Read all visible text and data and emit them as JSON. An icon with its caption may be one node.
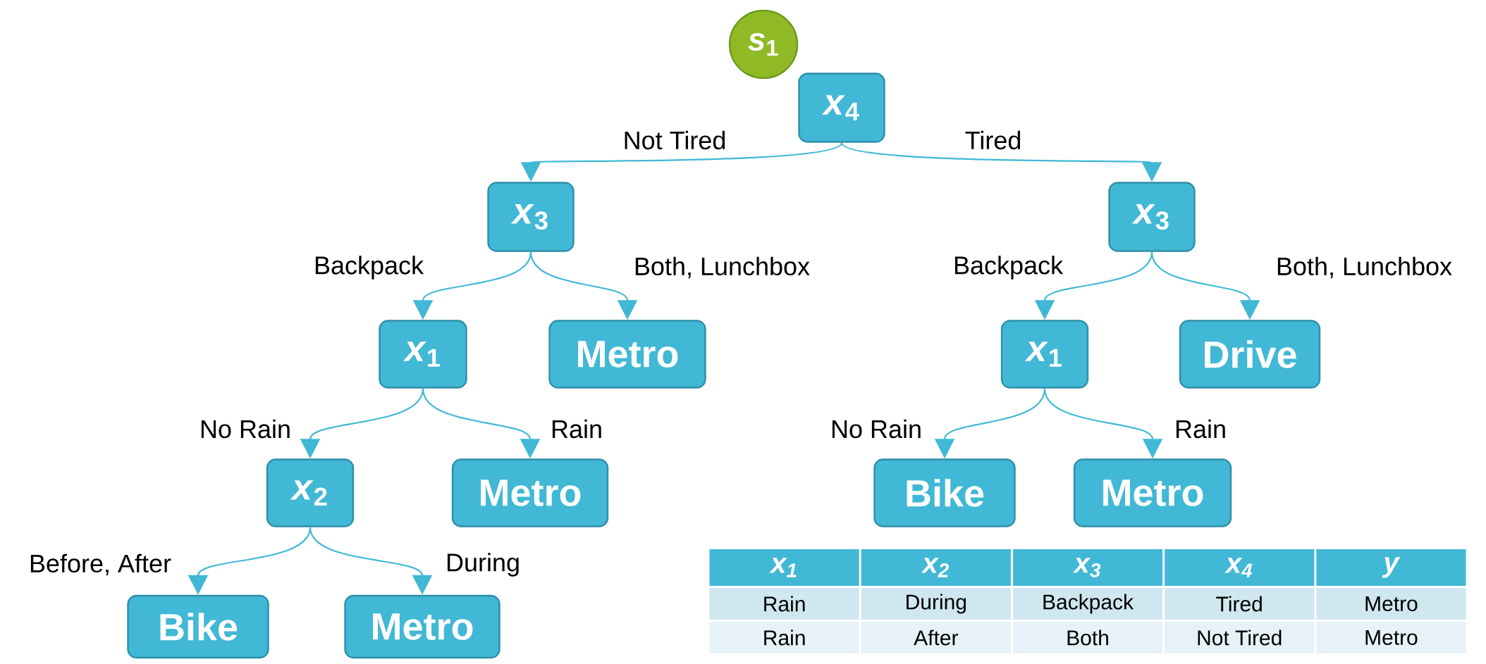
{
  "diagram": {
    "nodes": [
      {
        "text": [
          "*s*$_{1}$"
        ]
      },
      {
        "text": [
          "*x*$_{4}$"
        ]
      },
      {
        "text": [
          "*x*$_{3}$"
        ]
      },
      {
        "text": [
          "*x*$_{3}$"
        ]
      },
      {
        "text": [
          "*x*$_{1}$"
        ]
      },
      {
        "text": [
          "Metro"
        ]
      },
      {
        "text": [
          "*x*$_{1}$"
        ]
      },
      {
        "text": [
          "Drive"
        ]
      },
      {
        "text": [
          "*x*$_{2}$"
        ]
      },
      {
        "text": [
          "Metro"
        ]
      },
      {
        "text": [
          "Bike"
        ]
      },
      {
        "text": [
          "Metro"
        ]
      },
      {
        "text": [
          "Bike"
        ]
      },
      {
        "text": [
          "Metro"
        ]
      }
    ],
    "edges": [
      {
        "from": 1,
        "to": 2,
        "arrow": "to",
        "label": "Not Tired"
      },
      {
        "from": 1,
        "to": 3,
        "arrow": "to",
        "label": "Tired"
      },
      {
        "from": 2,
        "to": 4,
        "arrow": "to",
        "label": "Backpack"
      },
      {
        "from": 2,
        "to": 5,
        "arrow": "to",
        "label": "Both, Lunchbox"
      },
      {
        "from": 3,
        "to": 6,
        "arrow": "to",
        "label": "Backpack"
      },
      {
        "from": 3,
        "to": 7,
        "arrow": "to",
        "label": "Both, Lunchbox"
      },
      {
        "from": 4,
        "to": 8,
        "arrow": "to",
        "label": "No Rain"
      },
      {
        "from": 4,
        "to": 9,
        "arrow": "to",
        "label": "Rain"
      },
      {
        "from": 6,
        "to": 10,
        "arrow": "to",
        "label": "No Rain"
      },
      {
        "from": 6,
        "to": 11,
        "arrow": "to",
        "label": "Rain"
      },
      {
        "from": 8,
        "to": 12,
        "arrow": "to",
        "label": "Before, After"
      },
      {
        "from": 8,
        "to": 13,
        "arrow": "to",
        "label": "During"
      }
    ],
    "labels": [
      "x$_{1}$",
      "x$_{2}$",
      "x$_{3}$",
      "x$_{4}$",
      "y",
      "Rain",
      "During",
      "Backpack",
      "Tired",
      "Metro",
      "Rain",
      "After",
      "Both",
      "Not Tired",
      "Metro"
    ]
  }
}
